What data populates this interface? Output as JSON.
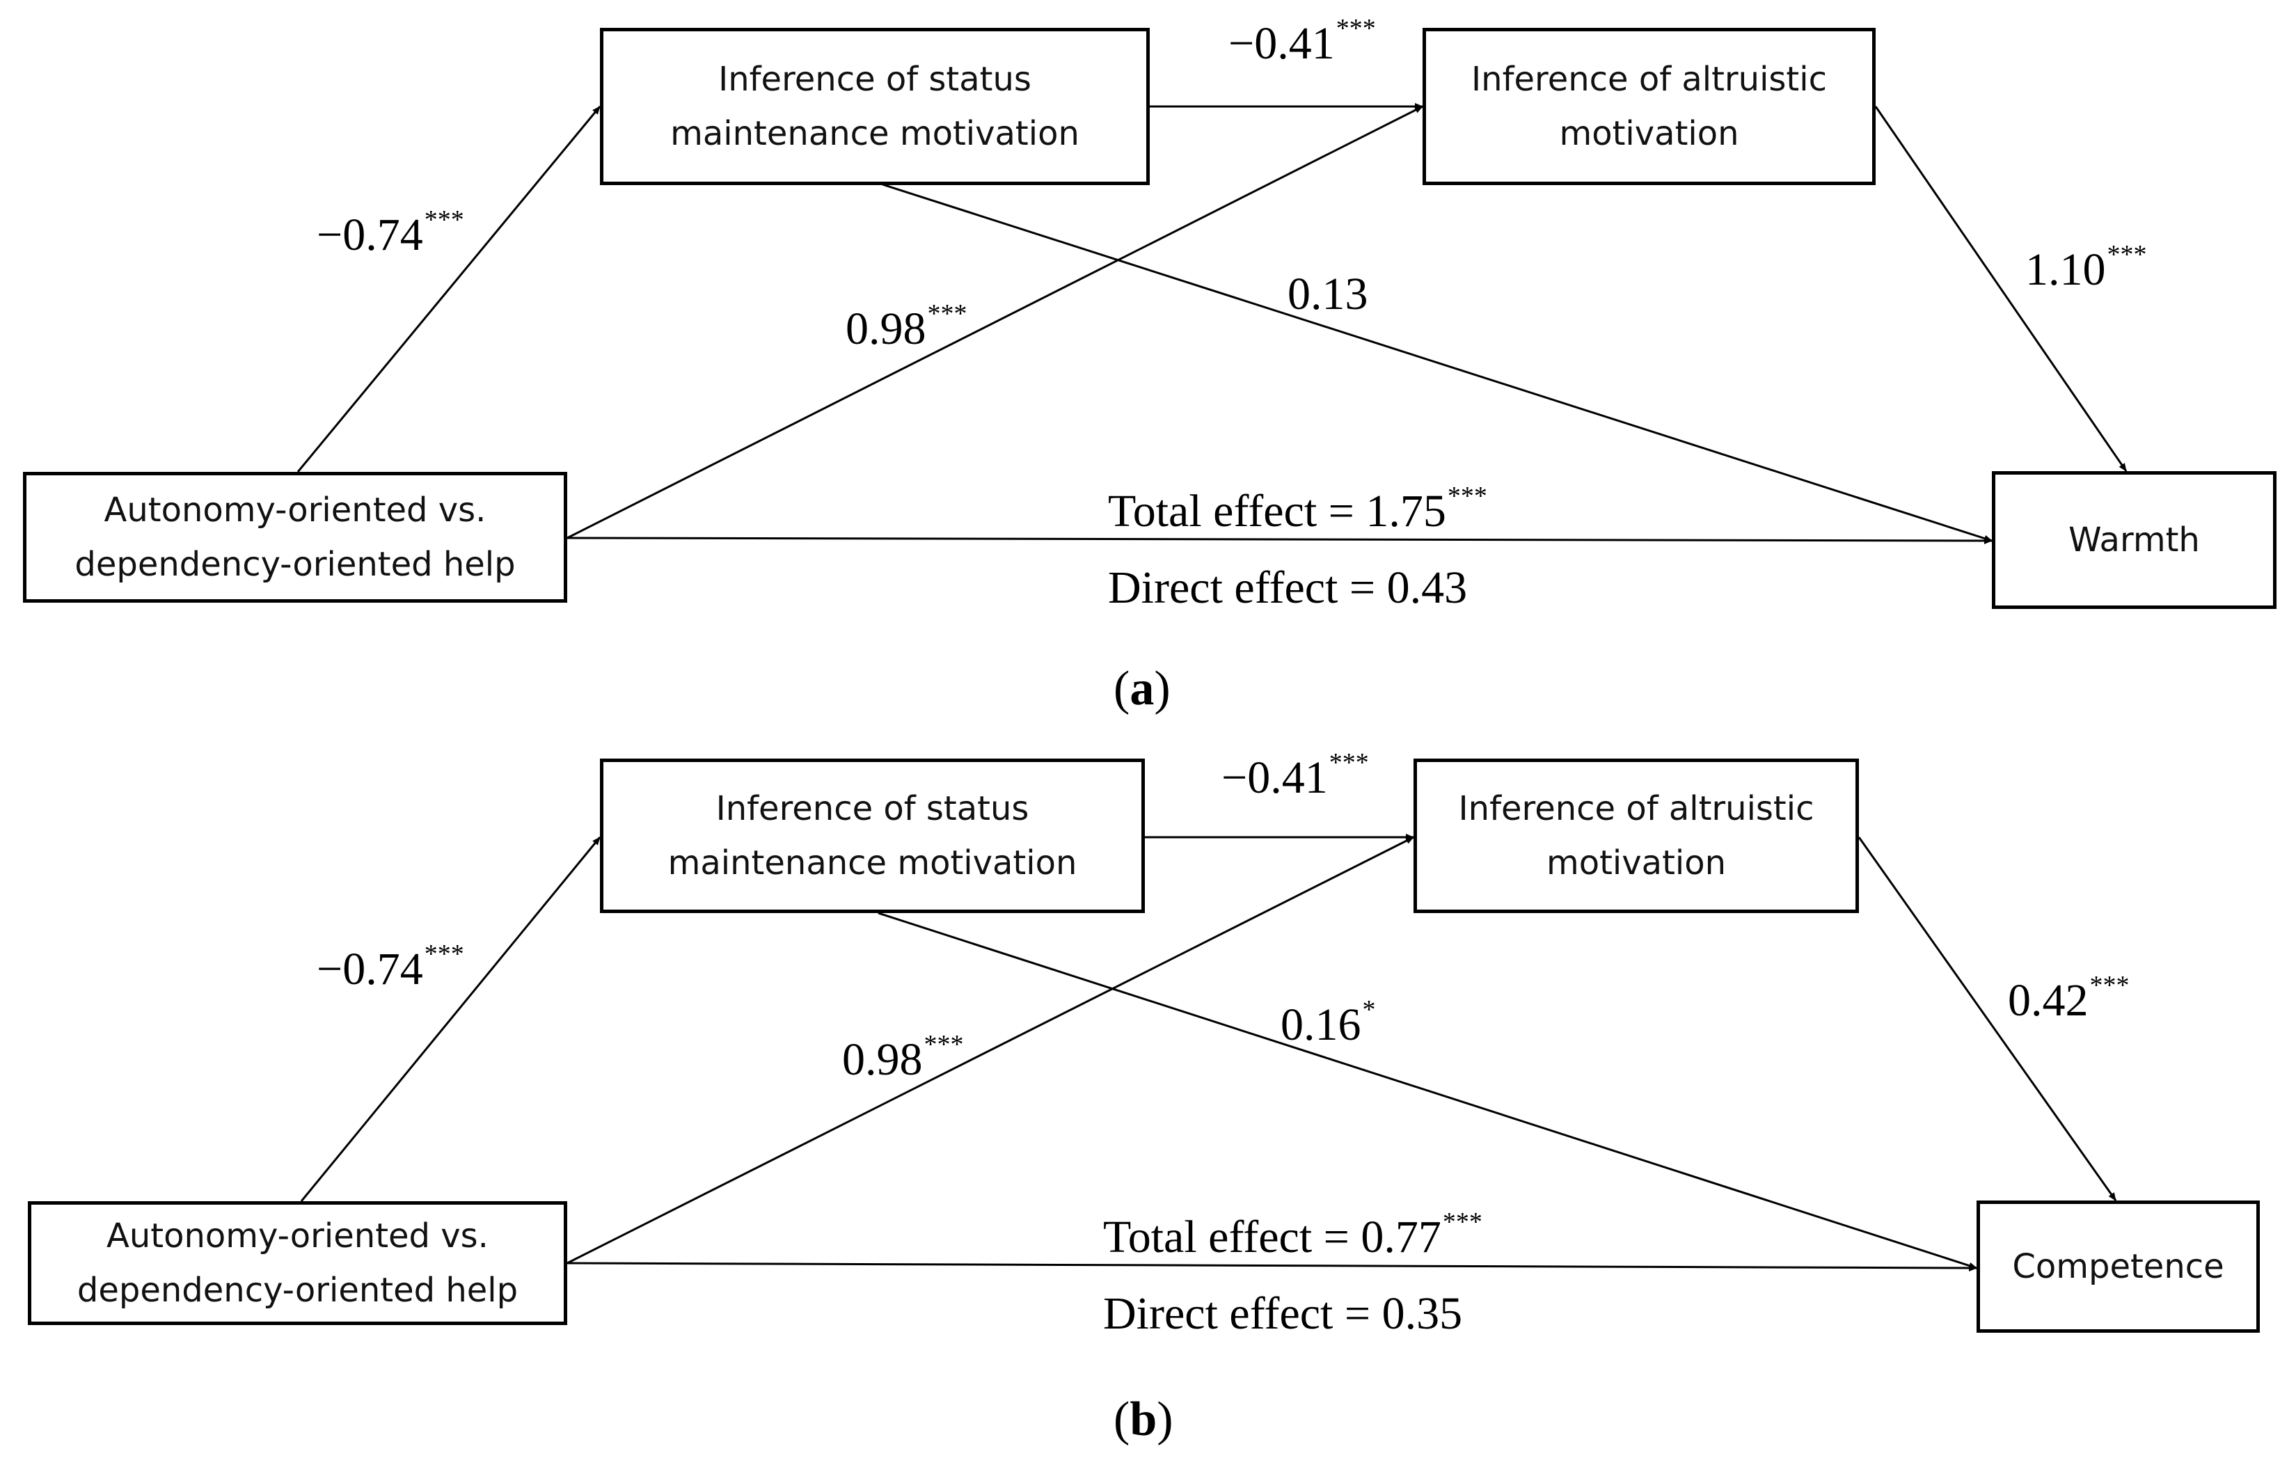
{
  "panels": [
    {
      "label": "a",
      "boxes": {
        "x": [
          "Autonomy-oriented vs.",
          "dependency-oriented help"
        ],
        "m1": [
          "Inference of status",
          "maintenance motivation"
        ],
        "m2": [
          "Inference of altruistic",
          "motivation"
        ],
        "y": [
          "Warmth"
        ]
      },
      "paths": {
        "x_m1": {
          "value": "−0.74",
          "sig": "***"
        },
        "m1_m2": {
          "value": "−0.41",
          "sig": "***"
        },
        "x_m2": {
          "value": "0.98",
          "sig": "***"
        },
        "m1_y": {
          "value": "0.13",
          "sig": ""
        },
        "m2_y": {
          "value": "1.10",
          "sig": "***"
        },
        "total": {
          "value": "Total effect = 1.75",
          "sig": "***"
        },
        "direct": {
          "value": "Direct effect = 0.43",
          "sig": ""
        }
      }
    },
    {
      "label": "b",
      "boxes": {
        "x": [
          "Autonomy-oriented vs.",
          "dependency-oriented help"
        ],
        "m1": [
          "Inference of status",
          "maintenance motivation"
        ],
        "m2": [
          "Inference of altruistic",
          "motivation"
        ],
        "y": [
          "Competence"
        ]
      },
      "paths": {
        "x_m1": {
          "value": "−0.74",
          "sig": "***"
        },
        "m1_m2": {
          "value": "−0.41",
          "sig": "***"
        },
        "x_m2": {
          "value": "0.98",
          "sig": "***"
        },
        "m1_y": {
          "value": "0.16",
          "sig": "*"
        },
        "m2_y": {
          "value": "0.42",
          "sig": "***"
        },
        "total": {
          "value": "Total effect = 0.77",
          "sig": "***"
        },
        "direct": {
          "value": "Direct effect = 0.35",
          "sig": ""
        }
      }
    }
  ]
}
